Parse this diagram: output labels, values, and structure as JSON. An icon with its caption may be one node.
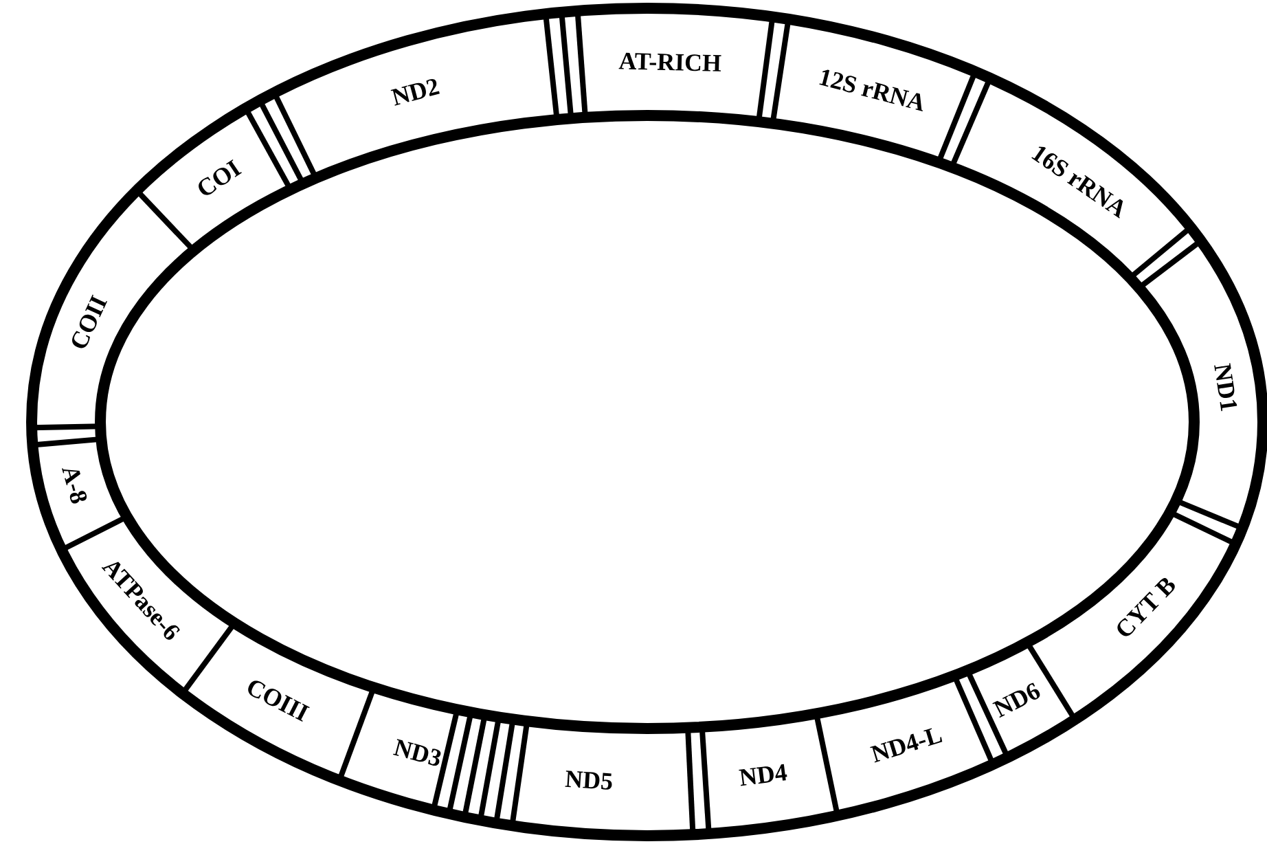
{
  "diagram": {
    "nodes": [
      {
        "text": [
          "ND2"
        ]
      },
      {
        "text": [
          "AT-RICH"
        ]
      },
      {
        "text": [
          "12S rRNA"
        ]
      },
      {
        "text": [
          "16S rRNA"
        ]
      },
      {
        "text": [
          "ND1"
        ]
      },
      {
        "text": [
          "CYT B"
        ]
      },
      {
        "text": [
          "ND6"
        ]
      },
      {
        "text": [
          "ND4-L"
        ]
      },
      {
        "text": [
          "ND4"
        ]
      },
      {
        "text": [
          "ND5"
        ]
      },
      {
        "text": [
          "ND3"
        ]
      },
      {
        "text": [
          "COIII"
        ]
      },
      {
        "text": [
          "ATPase-6"
        ]
      },
      {
        "text": [
          "A-8"
        ]
      },
      {
        "text": [
          "COII"
        ]
      },
      {
        "text": [
          "COI"
        ]
      }
    ]
  }
}
